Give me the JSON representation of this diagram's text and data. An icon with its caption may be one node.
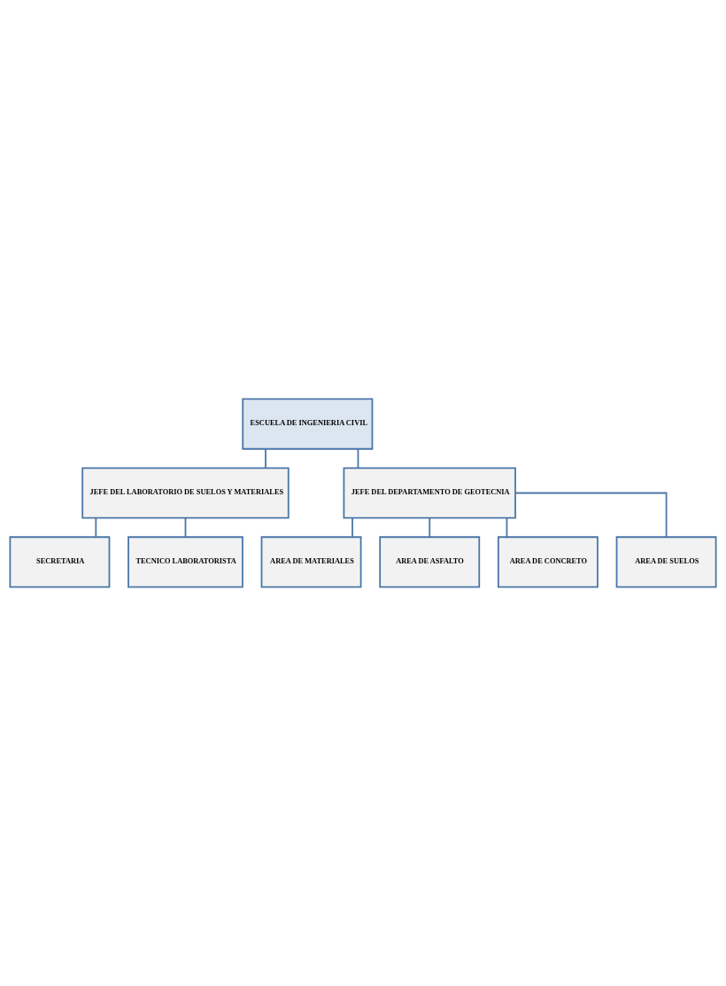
{
  "diagram": {
    "nodes": [
      {
        "text": [
          "ESCUELA DE INGENIERIA CIVIL"
        ]
      },
      {
        "text": [
          "JEFE DEL LABORATORIO DE SUELOS Y MATERIALES"
        ]
      },
      {
        "text": [
          "JEFE DEL DEPARTAMENTO DE GEOTECNIA"
        ]
      },
      {
        "text": [
          "SECRETARIA"
        ]
      },
      {
        "text": [
          "TECNICO LABORATORISTA"
        ]
      },
      {
        "text": [
          "AREA DE MATERIALES"
        ]
      },
      {
        "text": [
          "AREA DE ASFALTO"
        ]
      },
      {
        "text": [
          "AREA DE CONCRETO"
        ]
      },
      {
        "text": [
          "AREA DE SUELOS"
        ]
      }
    ],
    "edges": [
      {
        "from": 0,
        "to": 1,
        "arrow": "none"
      },
      {
        "from": 0,
        "to": 2,
        "arrow": "none"
      },
      {
        "from": 1,
        "to": 3,
        "arrow": "none"
      },
      {
        "from": 1,
        "to": 4,
        "arrow": "none"
      },
      {
        "from": 2,
        "to": 5,
        "arrow": "none"
      },
      {
        "from": 2,
        "to": 6,
        "arrow": "none"
      },
      {
        "from": 2,
        "to": 7,
        "arrow": "none"
      },
      {
        "from": 2,
        "to": 8,
        "arrow": "none"
      }
    ]
  }
}
